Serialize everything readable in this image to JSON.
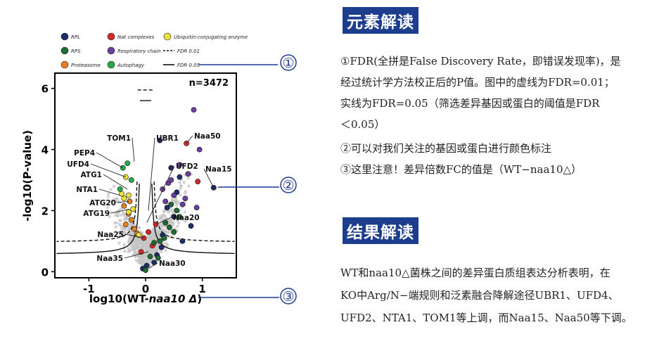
{
  "chart_data": {
    "type": "scatter",
    "title": "",
    "xlabel": "log10(WT-naa10 Δ)",
    "xlabel_parts": [
      "log10(WT-",
      "naa10 Δ",
      ")"
    ],
    "ylabel": "-log10(P-value)",
    "xlim": [
      -1.6,
      1.6
    ],
    "ylim": [
      -0.2,
      6.5
    ],
    "xticks": [
      "-1",
      "0",
      "1"
    ],
    "xtick_values": [
      -1,
      0,
      1
    ],
    "yticks": [
      "0",
      "2",
      "4",
      "6"
    ],
    "ytick_values": [
      0,
      2,
      4,
      6
    ],
    "n_label": "n=3472",
    "legend": [
      {
        "name": "RPL",
        "color": "#1f2d6b",
        "kind": "dot"
      },
      {
        "name": "Nat complexes",
        "color": "#d62828",
        "kind": "dot"
      },
      {
        "name": "Ubiquitin-conjugating enzyme",
        "color": "#e8e23a",
        "kind": "dot"
      },
      {
        "name": "RPS",
        "color": "#1e6b35",
        "kind": "dot"
      },
      {
        "name": "Respiratory chain",
        "color": "#6b3fa0",
        "kind": "dot"
      },
      {
        "name": "FDR 0.01",
        "kind": "dashed"
      },
      {
        "name": "Proteasome",
        "color": "#e67e22",
        "kind": "dot"
      },
      {
        "name": "Autophagy",
        "color": "#27a844",
        "kind": "dot"
      },
      {
        "name": "FDR 0.05",
        "kind": "solid"
      }
    ],
    "legend_layout": "top",
    "series": [
      {
        "name": "Nat complexes",
        "color": "#d62828",
        "points": [
          [
            0.72,
            4.2
          ],
          [
            0.92,
            2.95
          ],
          [
            0.05,
            1.3
          ],
          [
            -0.03,
            1.1
          ],
          [
            0.12,
            0.85
          ],
          [
            -0.08,
            0.65
          ],
          [
            0.18,
            1.55
          ]
        ]
      },
      {
        "name": "RPL",
        "color": "#1f2d6b",
        "points": [
          [
            1.2,
            2.75
          ],
          [
            0.25,
            4.3
          ],
          [
            0.45,
            3.4
          ],
          [
            0.6,
            3.1
          ],
          [
            0.55,
            2.6
          ],
          [
            0.38,
            2.1
          ],
          [
            0.5,
            1.8
          ],
          [
            0.3,
            1.2
          ],
          [
            0.28,
            0.8
          ],
          [
            0.2,
            0.55
          ],
          [
            0.15,
            0.3
          ],
          [
            -0.05,
            0.1
          ],
          [
            0.02,
            0.2
          ],
          [
            0.8,
            1.5
          ],
          [
            0.65,
            1.0
          ]
        ]
      },
      {
        "name": "RPS",
        "color": "#1e6b35",
        "points": [
          [
            0.35,
            1.6
          ],
          [
            0.42,
            1.45
          ],
          [
            0.5,
            1.3
          ],
          [
            0.33,
            1.1
          ],
          [
            0.25,
            1.0
          ],
          [
            0.15,
            0.95
          ],
          [
            0.08,
            0.5
          ],
          [
            0.0,
            0.05
          ],
          [
            0.6,
            1.8
          ],
          [
            0.45,
            2.2
          ],
          [
            0.55,
            2.0
          ],
          [
            0.22,
            0.45
          ]
        ]
      },
      {
        "name": "Respiratory chain",
        "color": "#6b3fa0",
        "points": [
          [
            0.85,
            5.3
          ],
          [
            0.95,
            4.0
          ],
          [
            0.75,
            3.2
          ],
          [
            0.6,
            3.5
          ],
          [
            0.4,
            2.9
          ],
          [
            0.7,
            2.4
          ],
          [
            0.5,
            2.5
          ],
          [
            0.9,
            2.1
          ],
          [
            0.35,
            2.3
          ],
          [
            0.3,
            2.7
          ],
          [
            0.45,
            3.0
          ],
          [
            0.65,
            2.2
          ]
        ]
      },
      {
        "name": "Proteasome",
        "color": "#e67e22",
        "points": [
          [
            -0.38,
            2.15
          ],
          [
            -0.3,
            1.9
          ],
          [
            -0.25,
            1.7
          ],
          [
            -0.35,
            1.55
          ],
          [
            -0.2,
            1.4
          ],
          [
            -0.28,
            2.3
          ],
          [
            -0.15,
            1.25
          ]
        ]
      },
      {
        "name": "Autophagy",
        "color": "#27a844",
        "points": [
          [
            -0.4,
            3.4
          ],
          [
            -0.32,
            3.55
          ],
          [
            -0.25,
            3.0
          ],
          [
            -0.45,
            2.7
          ]
        ]
      },
      {
        "name": "Ubiquitin-conjugating enzyme",
        "color": "#e8e23a",
        "points": [
          [
            -0.35,
            3.1
          ],
          [
            -0.42,
            2.55
          ],
          [
            -0.3,
            2.5
          ],
          [
            -0.38,
            2.4
          ],
          [
            -0.22,
            2.05
          ],
          [
            -0.3,
            1.95
          ],
          [
            -0.12,
            1.2
          ]
        ]
      }
    ],
    "callouts": [
      {
        "label": "Naa50",
        "x": 0.72,
        "y": 4.2
      },
      {
        "label": "Naa15",
        "x": 1.2,
        "y": 2.75
      },
      {
        "label": "UBR1",
        "x": 0.05,
        "y": 2.0
      },
      {
        "label": "UFD2",
        "x": 0.02,
        "y": 1.6
      },
      {
        "label": "TOM1",
        "x": -0.2,
        "y": 3.6
      },
      {
        "label": "PEP4",
        "x": -0.4,
        "y": 3.4
      },
      {
        "label": "UFD4",
        "x": -0.35,
        "y": 3.1
      },
      {
        "label": "ATG1",
        "x": -0.32,
        "y": 2.7
      },
      {
        "label": "NTA1",
        "x": -0.45,
        "y": 2.5
      },
      {
        "label": "ATG20",
        "x": -0.3,
        "y": 2.3
      },
      {
        "label": "ATG19",
        "x": -0.28,
        "y": 2.05
      },
      {
        "label": "Naa20",
        "x": 0.18,
        "y": 1.55
      },
      {
        "label": "Naa25",
        "x": -0.03,
        "y": 1.1
      },
      {
        "label": "Naa35",
        "x": 0.05,
        "y": 0.65
      },
      {
        "label": "Naa30",
        "x": 0.05,
        "y": 0.1
      }
    ]
  },
  "markers": [
    "①",
    "②",
    "③"
  ],
  "heading1": "元素解读",
  "heading2": "结果解读",
  "elements_text": [
    "①FDR(全拼是False Discovery Rate，即错误发现率)，是",
    "经过统计学方法校正后的P值。图中的虚线为FDR=0.01；",
    "实线为FDR=0.05（筛选差异基因或蛋白的阈值是FDR",
    "＜0.05）",
    "②可以对我们关注的基因或蛋白进行颜色标注",
    "③这里注意！差异倍数FC的值是（WT−naa10△）"
  ],
  "results_text": [
    "WT和naa10△菌株之间的差异蛋白质组表达分析表明，在",
    "KO中Arg/N−端规则和泛素融合降解途径UBR1、UFD4、",
    "UFD2、NTA1、TOM1等上调，而Naa15、Naa50等下调。"
  ]
}
